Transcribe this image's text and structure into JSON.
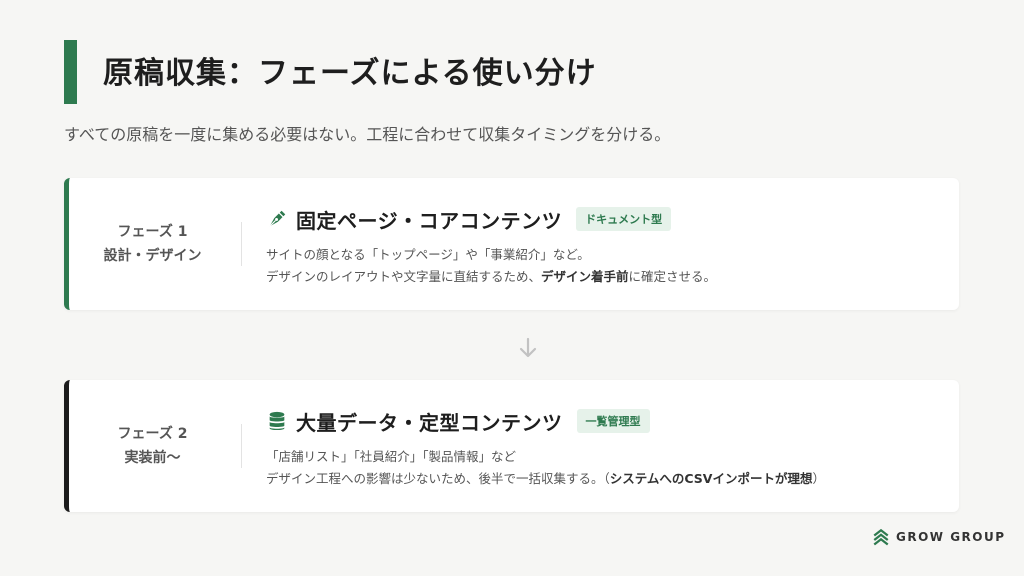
{
  "title": "原稿収集：フェーズによる使い分け",
  "subtitle": "すべての原稿を一度に集める必要はない。工程に合わせて収集タイミングを分ける。",
  "colors": {
    "accent": "#2e7a4f",
    "phase2_border": "#1c1c1c",
    "tag_bg": "#e6f2ea"
  },
  "phase1": {
    "label_line1": "フェーズ 1",
    "label_line2": "設計・デザイン",
    "icon": "pen-nib-icon",
    "heading": "固定ページ・コアコンテンツ",
    "tag": "ドキュメント型",
    "desc_line1": "サイトの顔となる「トップページ」や「事業紹介」など。",
    "desc_line2_a": "デザインのレイアウトや文字量に直結するため、",
    "desc_line2_bold": "デザイン着手前",
    "desc_line2_b": "に確定させる。"
  },
  "arrow_icon": "arrow-down-icon",
  "phase2": {
    "label_line1": "フェーズ 2",
    "label_line2": "実装前〜",
    "icon": "database-icon",
    "heading": "大量データ・定型コンテンツ",
    "tag": "一覧管理型",
    "desc_line1": "「店舗リスト」「社員紹介」「製品情報」など",
    "desc_line2_a": "デザイン工程への影響は少ないため、後半で一括収集する。（",
    "desc_line2_bold": "システムへのCSVインポートが理想",
    "desc_line2_b": "）"
  },
  "logo": {
    "icon": "grow-group-logo-icon",
    "text": "GROW GROUP"
  }
}
